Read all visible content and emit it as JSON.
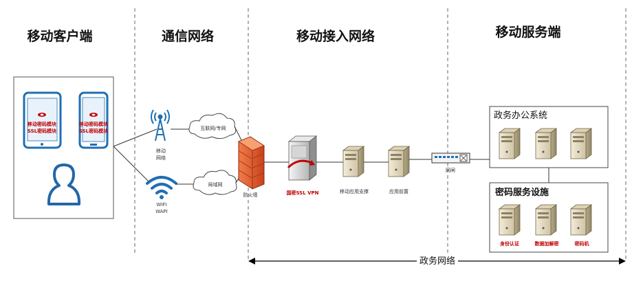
{
  "sections": {
    "mobile_client": "移动客户端",
    "communication_network": "通信网络",
    "mobile_access_network": "移动接入网络",
    "mobile_server": "移动服务端"
  },
  "client": {
    "tablet_line1": "移动密码模块",
    "tablet_line2": "SSL密码模块",
    "phone_line1": "移动密码模块",
    "phone_line2": "SSL密码模块"
  },
  "network": {
    "cellular_label_1": "移动",
    "cellular_label_2": "网络",
    "wifi_label_1": "WIFI",
    "wifi_label_2": "WAPI",
    "cloud_internet": "互联网/专网",
    "cloud_lan": "局域网"
  },
  "access": {
    "firewall": "防火墙",
    "vpn": "国密SSL VPN",
    "app_support": "移动应用支撑",
    "app_proxy": "应用前置"
  },
  "server": {
    "gatekeeper": "网闸",
    "office_system": "政务办公系统",
    "crypto_facility": "密码服务设施",
    "identity_auth": "身份认证",
    "data_encryption": "数据加解密",
    "crypto_machine": "密码机"
  },
  "footer": {
    "gov_network": "政务网络"
  },
  "colors": {
    "accent_red": "#c00000",
    "device_blue": "#1f6fb2",
    "user_blue": "#2266a8",
    "firewall_red": "#e2572b",
    "server_beige": "#e6dcc3"
  }
}
